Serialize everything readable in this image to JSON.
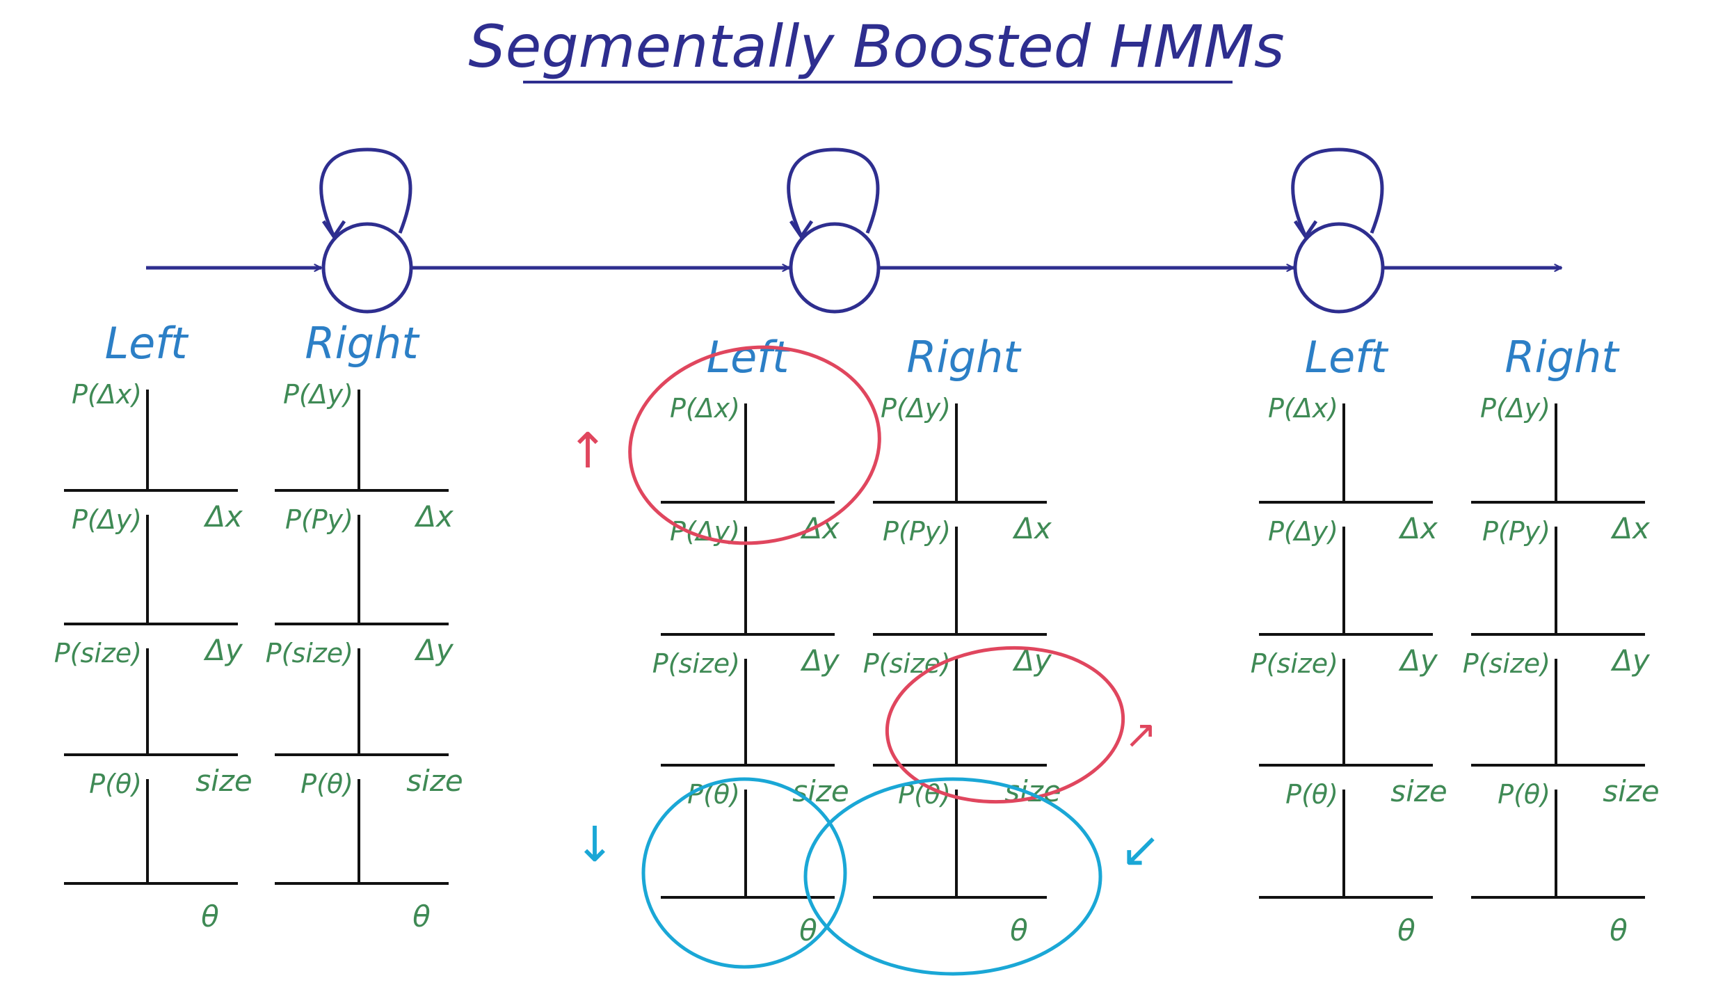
{
  "title": "Segmentally Boosted HMMs",
  "colors": {
    "ink_blue": "#2e2e8f",
    "label_blue": "#2c7fc6",
    "feature_green": "#3f8a55",
    "axis_black": "#111111",
    "mark_red": "#e0465e",
    "mark_cyan": "#1aa7d6"
  },
  "states": [
    {
      "columns": [
        {
          "label": "Left",
          "rows": [
            {
              "ylabel": "P(Δx)",
              "xlabel": "Δx"
            },
            {
              "ylabel": "P(Δy)",
              "xlabel": "Δy"
            },
            {
              "ylabel": "P(size)",
              "xlabel": "size"
            },
            {
              "ylabel": "P(θ)",
              "xlabel": "θ"
            }
          ]
        },
        {
          "label": "Right",
          "rows": [
            {
              "ylabel": "P(Δy)",
              "xlabel": "Δx"
            },
            {
              "ylabel": "P(Py)",
              "xlabel": "Δy"
            },
            {
              "ylabel": "P(size)",
              "xlabel": "size"
            },
            {
              "ylabel": "P(θ)",
              "xlabel": "θ"
            }
          ]
        }
      ]
    },
    {
      "columns": [
        {
          "label": "Left",
          "rows": [
            {
              "ylabel": "P(Δx)",
              "xlabel": "Δx"
            },
            {
              "ylabel": "P(Δy)",
              "xlabel": "Δy"
            },
            {
              "ylabel": "P(size)",
              "xlabel": "size"
            },
            {
              "ylabel": "P(θ)",
              "xlabel": "θ"
            }
          ]
        },
        {
          "label": "Right",
          "rows": [
            {
              "ylabel": "P(Δy)",
              "xlabel": "Δx"
            },
            {
              "ylabel": "P(Py)",
              "xlabel": "Δy"
            },
            {
              "ylabel": "P(size)",
              "xlabel": "size"
            },
            {
              "ylabel": "P(θ)",
              "xlabel": "θ"
            }
          ]
        }
      ]
    },
    {
      "columns": [
        {
          "label": "Left",
          "rows": [
            {
              "ylabel": "P(Δx)",
              "xlabel": "Δx"
            },
            {
              "ylabel": "P(Δy)",
              "xlabel": "Δy"
            },
            {
              "ylabel": "P(size)",
              "xlabel": "size"
            },
            {
              "ylabel": "P(θ)",
              "xlabel": "θ"
            }
          ]
        },
        {
          "label": "Right",
          "rows": [
            {
              "ylabel": "P(Δy)",
              "xlabel": "Δx"
            },
            {
              "ylabel": "P(Py)",
              "xlabel": "Δy"
            },
            {
              "ylabel": "P(size)",
              "xlabel": "size"
            },
            {
              "ylabel": "P(θ)",
              "xlabel": "θ"
            }
          ]
        }
      ]
    }
  ],
  "marks": {
    "red_arrow_up": "↑",
    "red_arrow_up_small": "↗",
    "cyan_arrow_down": "↓",
    "cyan_arrow_down_right": "↙"
  }
}
